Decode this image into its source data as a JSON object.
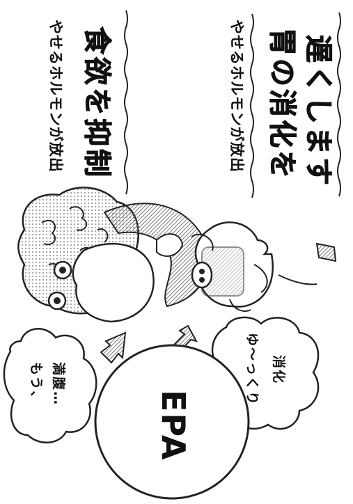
{
  "panel_top": {
    "caption": "やせるホルモンが放出",
    "headline": "食欲を抑制"
  },
  "panel_bottom": {
    "caption": "やせるホルモンが放出",
    "headline_line1": "胃の消化を",
    "headline_line2": "遅くします"
  },
  "bubble_top": {
    "line1": "もう、",
    "line2": "満腹…"
  },
  "bubble_bottom": {
    "line1": "ゆ〜っくり",
    "line2": "消化"
  },
  "center": {
    "label": "EPA"
  }
}
